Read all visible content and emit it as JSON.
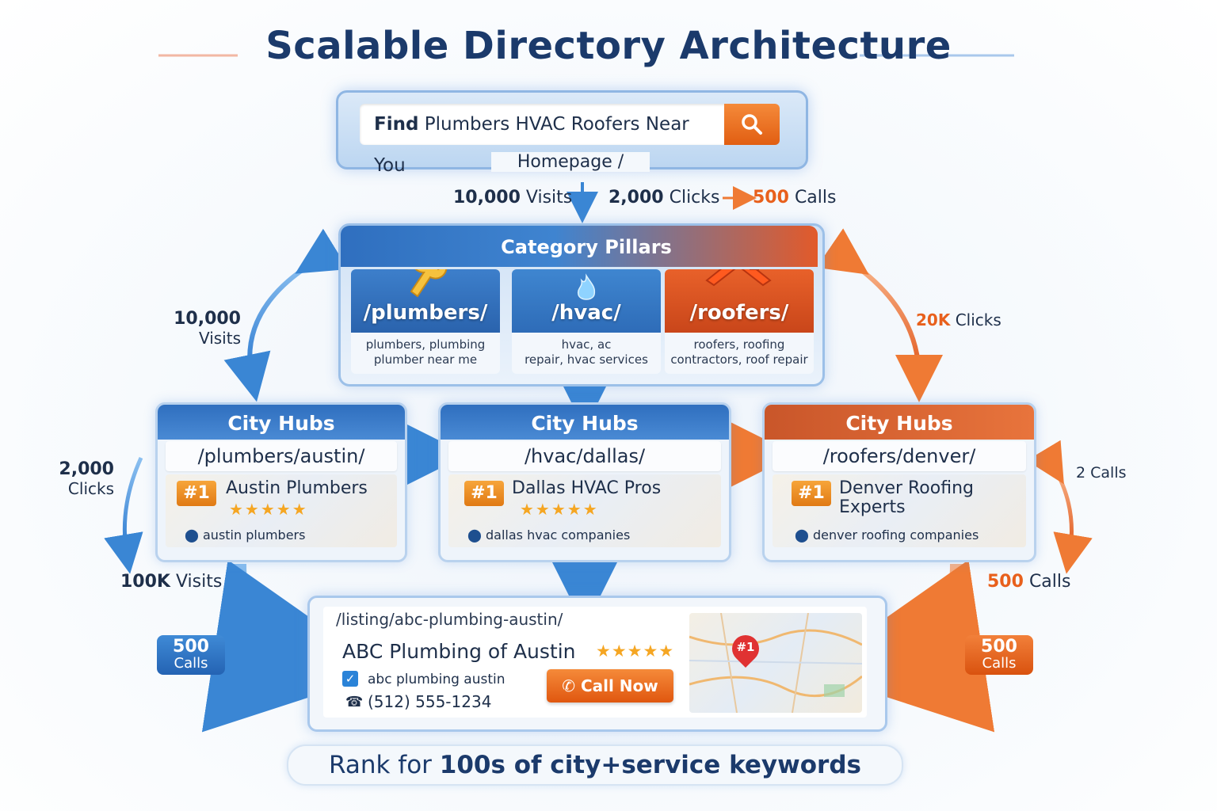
{
  "title": "Scalable Directory Architecture",
  "search": {
    "label_bold": "Find",
    "label_rest": "Plumbers HVAC Roofers Near You",
    "button_icon": "search-icon"
  },
  "homepage": {
    "label": "Homepage /",
    "visits_n": "10,000",
    "visits_t": "Visits",
    "clicks_n": "2,000",
    "clicks_t": "Clicks",
    "calls_n": "500",
    "calls_t": "Calls"
  },
  "pillars": {
    "title": "Category Pillars",
    "items": [
      {
        "path": "/plumbers/",
        "keywords_1": "plumbers, plumbing",
        "keywords_2": "plumber near me",
        "icon": "wrench-icon"
      },
      {
        "path": "/hvac/",
        "keywords_1": "hvac, ac",
        "keywords_2": "repair, hvac services",
        "icon": "flame-icon"
      },
      {
        "path": "/roofers/",
        "keywords_1": "roofers, roofing",
        "keywords_2": "contractors, roof repair",
        "icon": "roof-icon"
      }
    ]
  },
  "left_flow": {
    "visits_n": "10,000",
    "visits_t": "Visits",
    "clicks_n": "2,000",
    "clicks_t": "Clicks",
    "big_n": "100K",
    "big_t": "Visits",
    "badge_n": "500",
    "badge_t": "Calls"
  },
  "right_flow": {
    "clicks_n": "20K",
    "clicks_t": "Clicks",
    "calls_n": "2",
    "calls_t": "Calls",
    "big_n": "500",
    "big_t": "Calls",
    "badge_n": "500",
    "badge_t": "Calls"
  },
  "hubs": [
    {
      "title": "City Hubs",
      "url": "/plumbers/austin/",
      "rank": "#1",
      "name": "Austin Plumbers",
      "stars": "★★★★★",
      "keyword": "austin plumbers"
    },
    {
      "title": "City Hubs",
      "url": "/hvac/dallas/",
      "rank": "#1",
      "name": "Dallas HVAC Pros",
      "stars": "★★★★★",
      "keyword": "dallas hvac companies"
    },
    {
      "title": "City Hubs",
      "url": "/roofers/denver/",
      "rank": "#1",
      "name": "Denver Roofing Experts",
      "stars": "",
      "keyword": "denver roofing companies"
    }
  ],
  "listing": {
    "url": "/listing/abc-plumbing-austin/",
    "title": "ABC Plumbing of Austin",
    "stars": "★★★★★",
    "keyword": "abc plumbing austin",
    "phone": "(512) 555-1234",
    "cta": "Call Now",
    "map_pin": "#1"
  },
  "footer": {
    "pre": "Rank for",
    "bold": "100s of city+service keywords"
  },
  "colors": {
    "blue": "#2f6fbf",
    "orange": "#e8601c",
    "navy": "#1b3a6b"
  }
}
